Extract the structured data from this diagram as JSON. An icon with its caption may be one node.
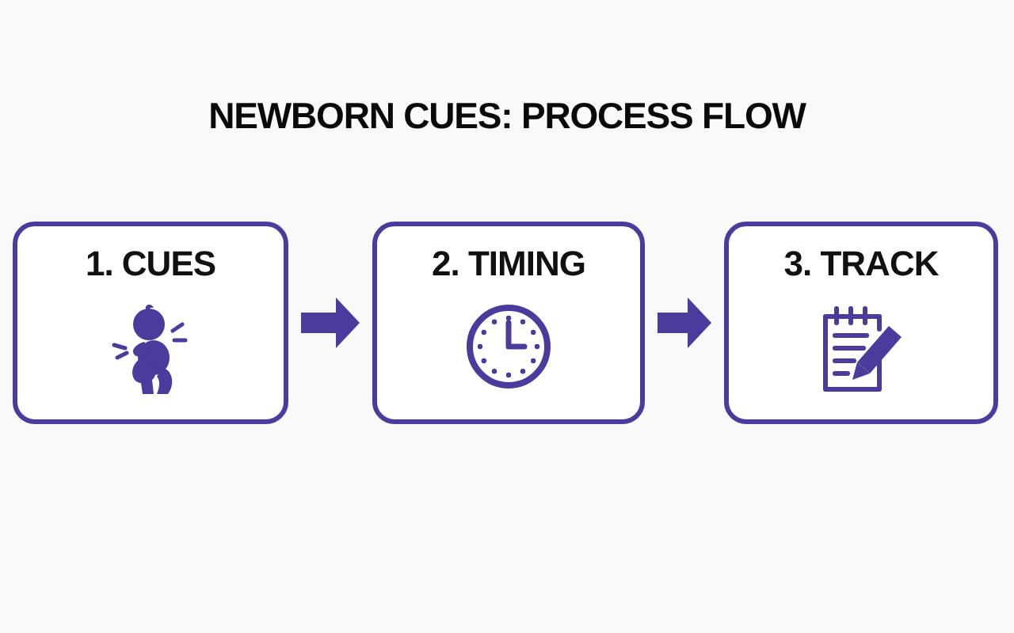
{
  "diagram": {
    "title": "NEWBORN CUES: PROCESS FLOW",
    "nodes": [
      {
        "text": [
          "1. CUES"
        ]
      },
      {
        "text": [
          "2. TIMING"
        ]
      },
      {
        "text": [
          "3. TRACK"
        ]
      }
    ],
    "edges": [
      {
        "from": 0,
        "to": 1,
        "arrow": "to"
      },
      {
        "from": 1,
        "to": 2,
        "arrow": "to"
      }
    ]
  }
}
